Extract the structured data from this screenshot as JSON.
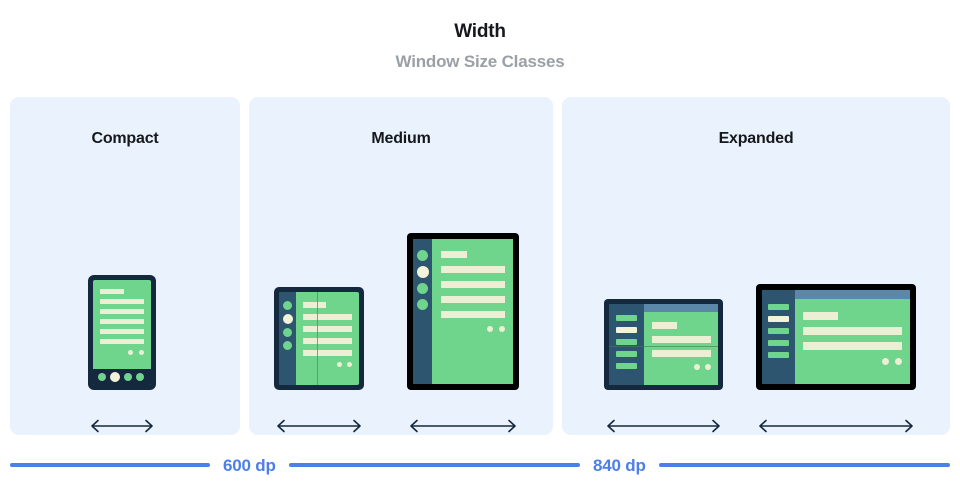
{
  "header": {
    "title": "Width",
    "subtitle": "Window Size Classes"
  },
  "colors": {
    "panel_bg": "#eaf2fd",
    "screen_green": "#6fd48c",
    "content_cream": "#edefd4",
    "bezel_navy": "#14293d",
    "bezel_black": "#000000",
    "nav_rail": "#2d5570",
    "top_bar": "#5b87a8",
    "accent_blue": "#4d7fea",
    "title_black": "#16181c",
    "subtitle_gray": "#9aa0a6"
  },
  "panels": [
    {
      "id": "compact",
      "label": "Compact",
      "devices": [
        {
          "name": "phone",
          "form": "phone",
          "bezel": "navy"
        }
      ],
      "arrows": 1
    },
    {
      "id": "medium",
      "label": "Medium",
      "devices": [
        {
          "name": "foldable-portrait",
          "form": "foldable",
          "bezel": "navy"
        },
        {
          "name": "tablet-portrait",
          "form": "tablet-portrait",
          "bezel": "black"
        }
      ],
      "arrows": 2
    },
    {
      "id": "expanded",
      "label": "Expanded",
      "devices": [
        {
          "name": "foldable-unfolded",
          "form": "foldable-landscape",
          "bezel": "navy"
        },
        {
          "name": "tablet-landscape",
          "form": "tablet-landscape",
          "bezel": "black"
        }
      ],
      "arrows": 2
    }
  ],
  "scale": {
    "breakpoints": [
      {
        "label": "600 dp",
        "value": 600
      },
      {
        "label": "840 dp",
        "value": 840
      }
    ]
  }
}
